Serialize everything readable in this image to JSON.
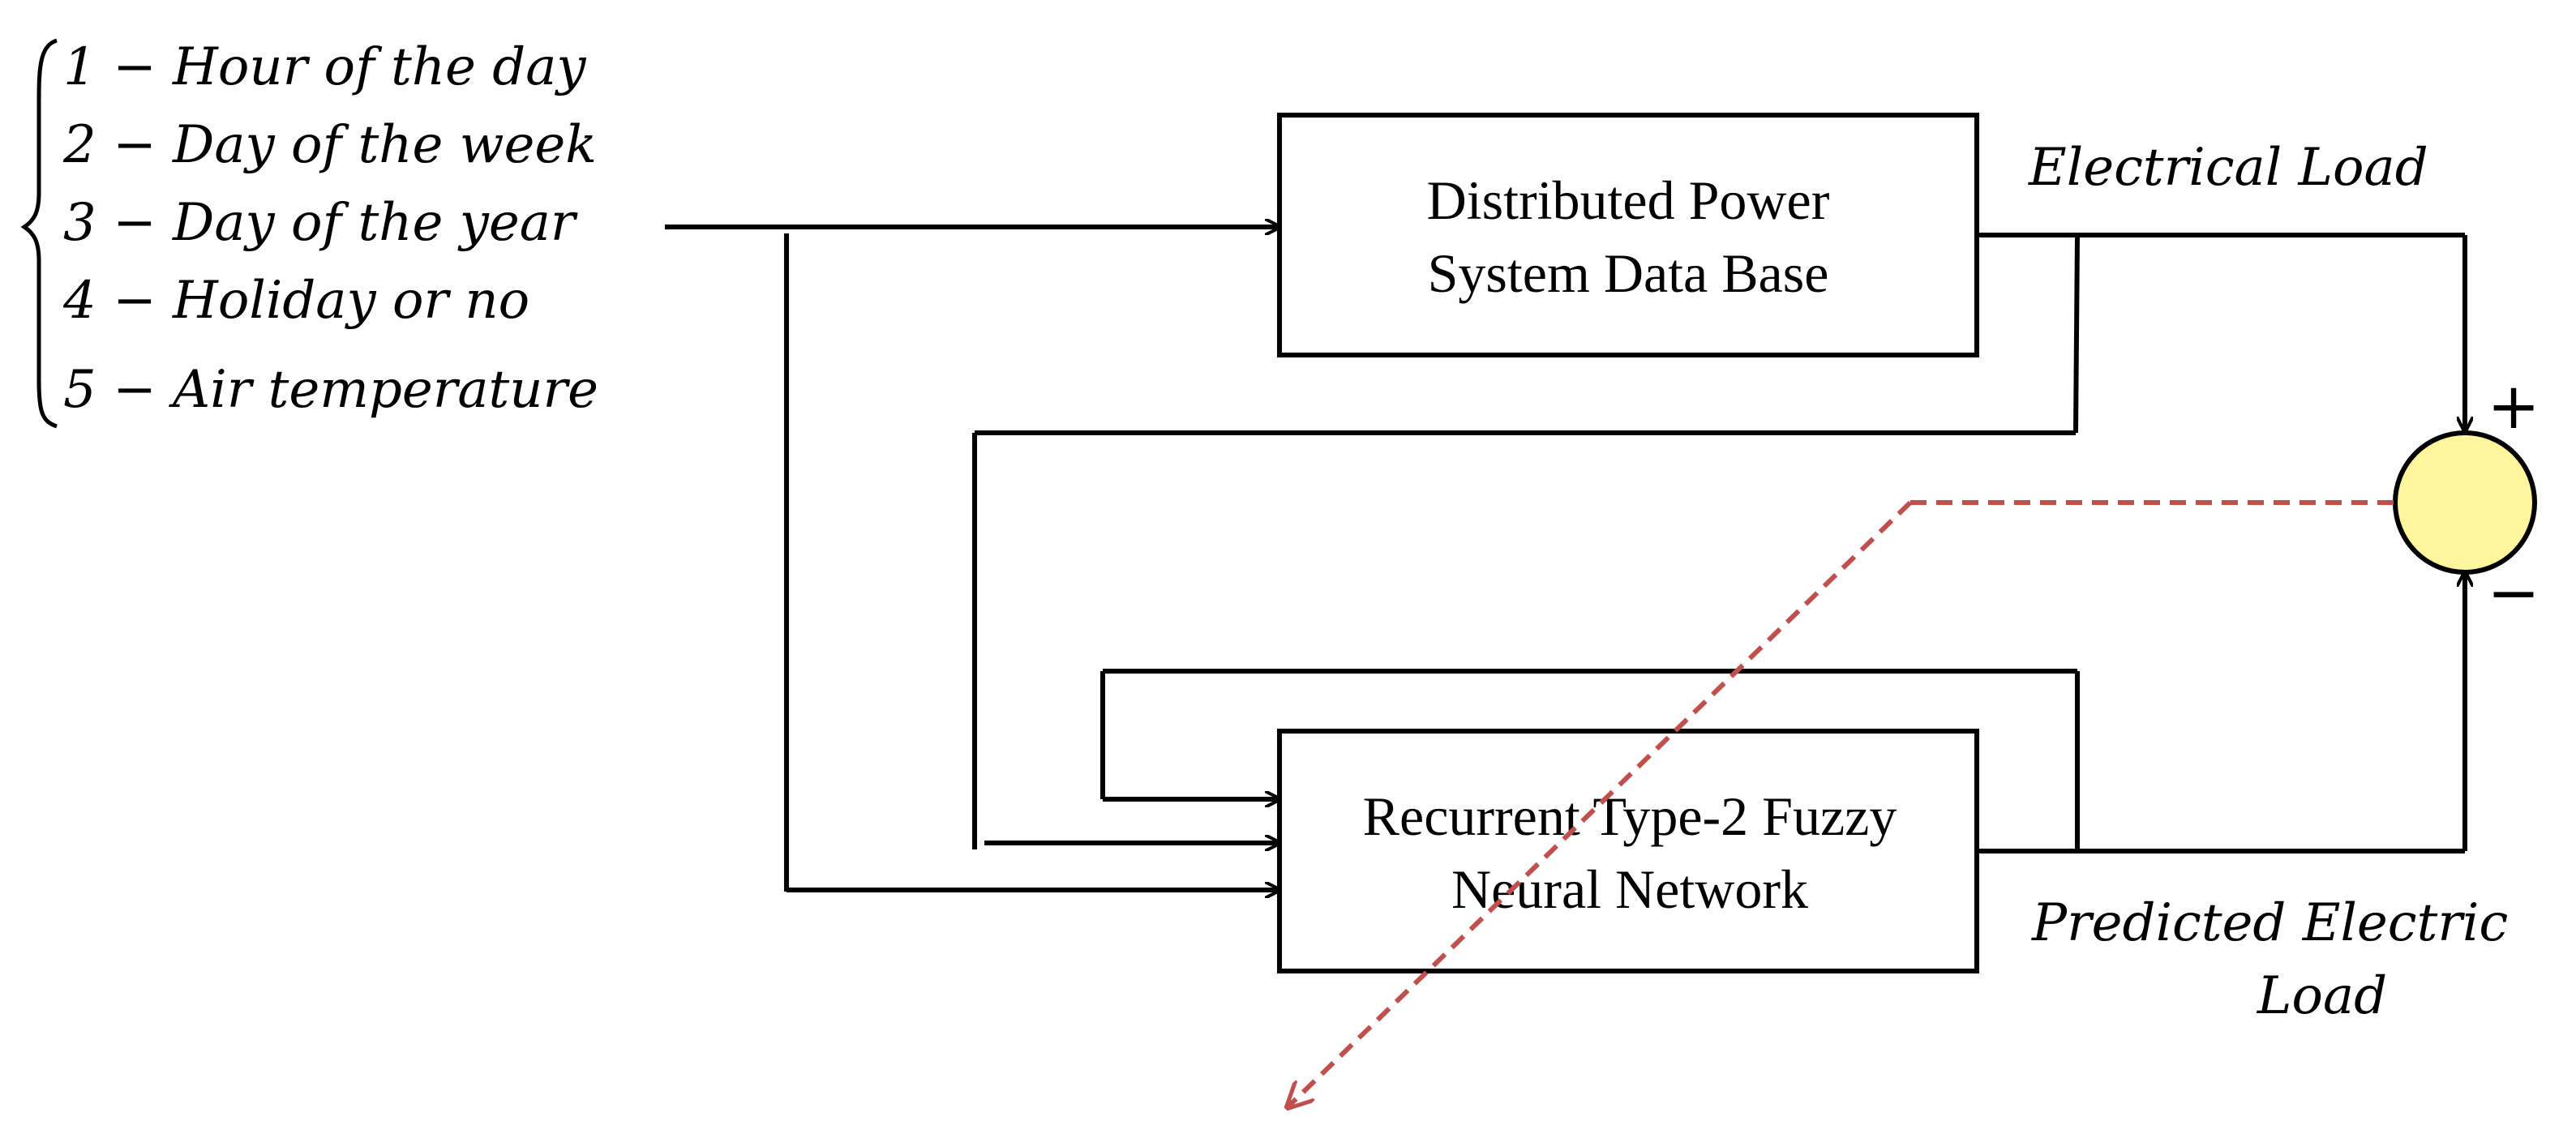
{
  "inputs": [
    "1 − Hour of the day",
    "2 − Day of the week",
    "3 − Day of the year",
    "4 − Holiday or no",
    "5 − Air temperature"
  ],
  "database_block": {
    "line1": "Distributed Power",
    "line2": "System Data Base"
  },
  "network_block": {
    "line1": "Recurrent Type-2 Fuzzy",
    "line2": "Neural Network"
  },
  "outputs": {
    "electrical_load": "Electrical Load",
    "predicted_line1": "Predicted Electric",
    "predicted_line2": "Load"
  },
  "summing_junction": {
    "plus_sign": "+",
    "minus_sign": "−",
    "fill_color": "#FFF59D"
  },
  "colors": {
    "error_path": "#C0504D",
    "lines": "#000000"
  }
}
